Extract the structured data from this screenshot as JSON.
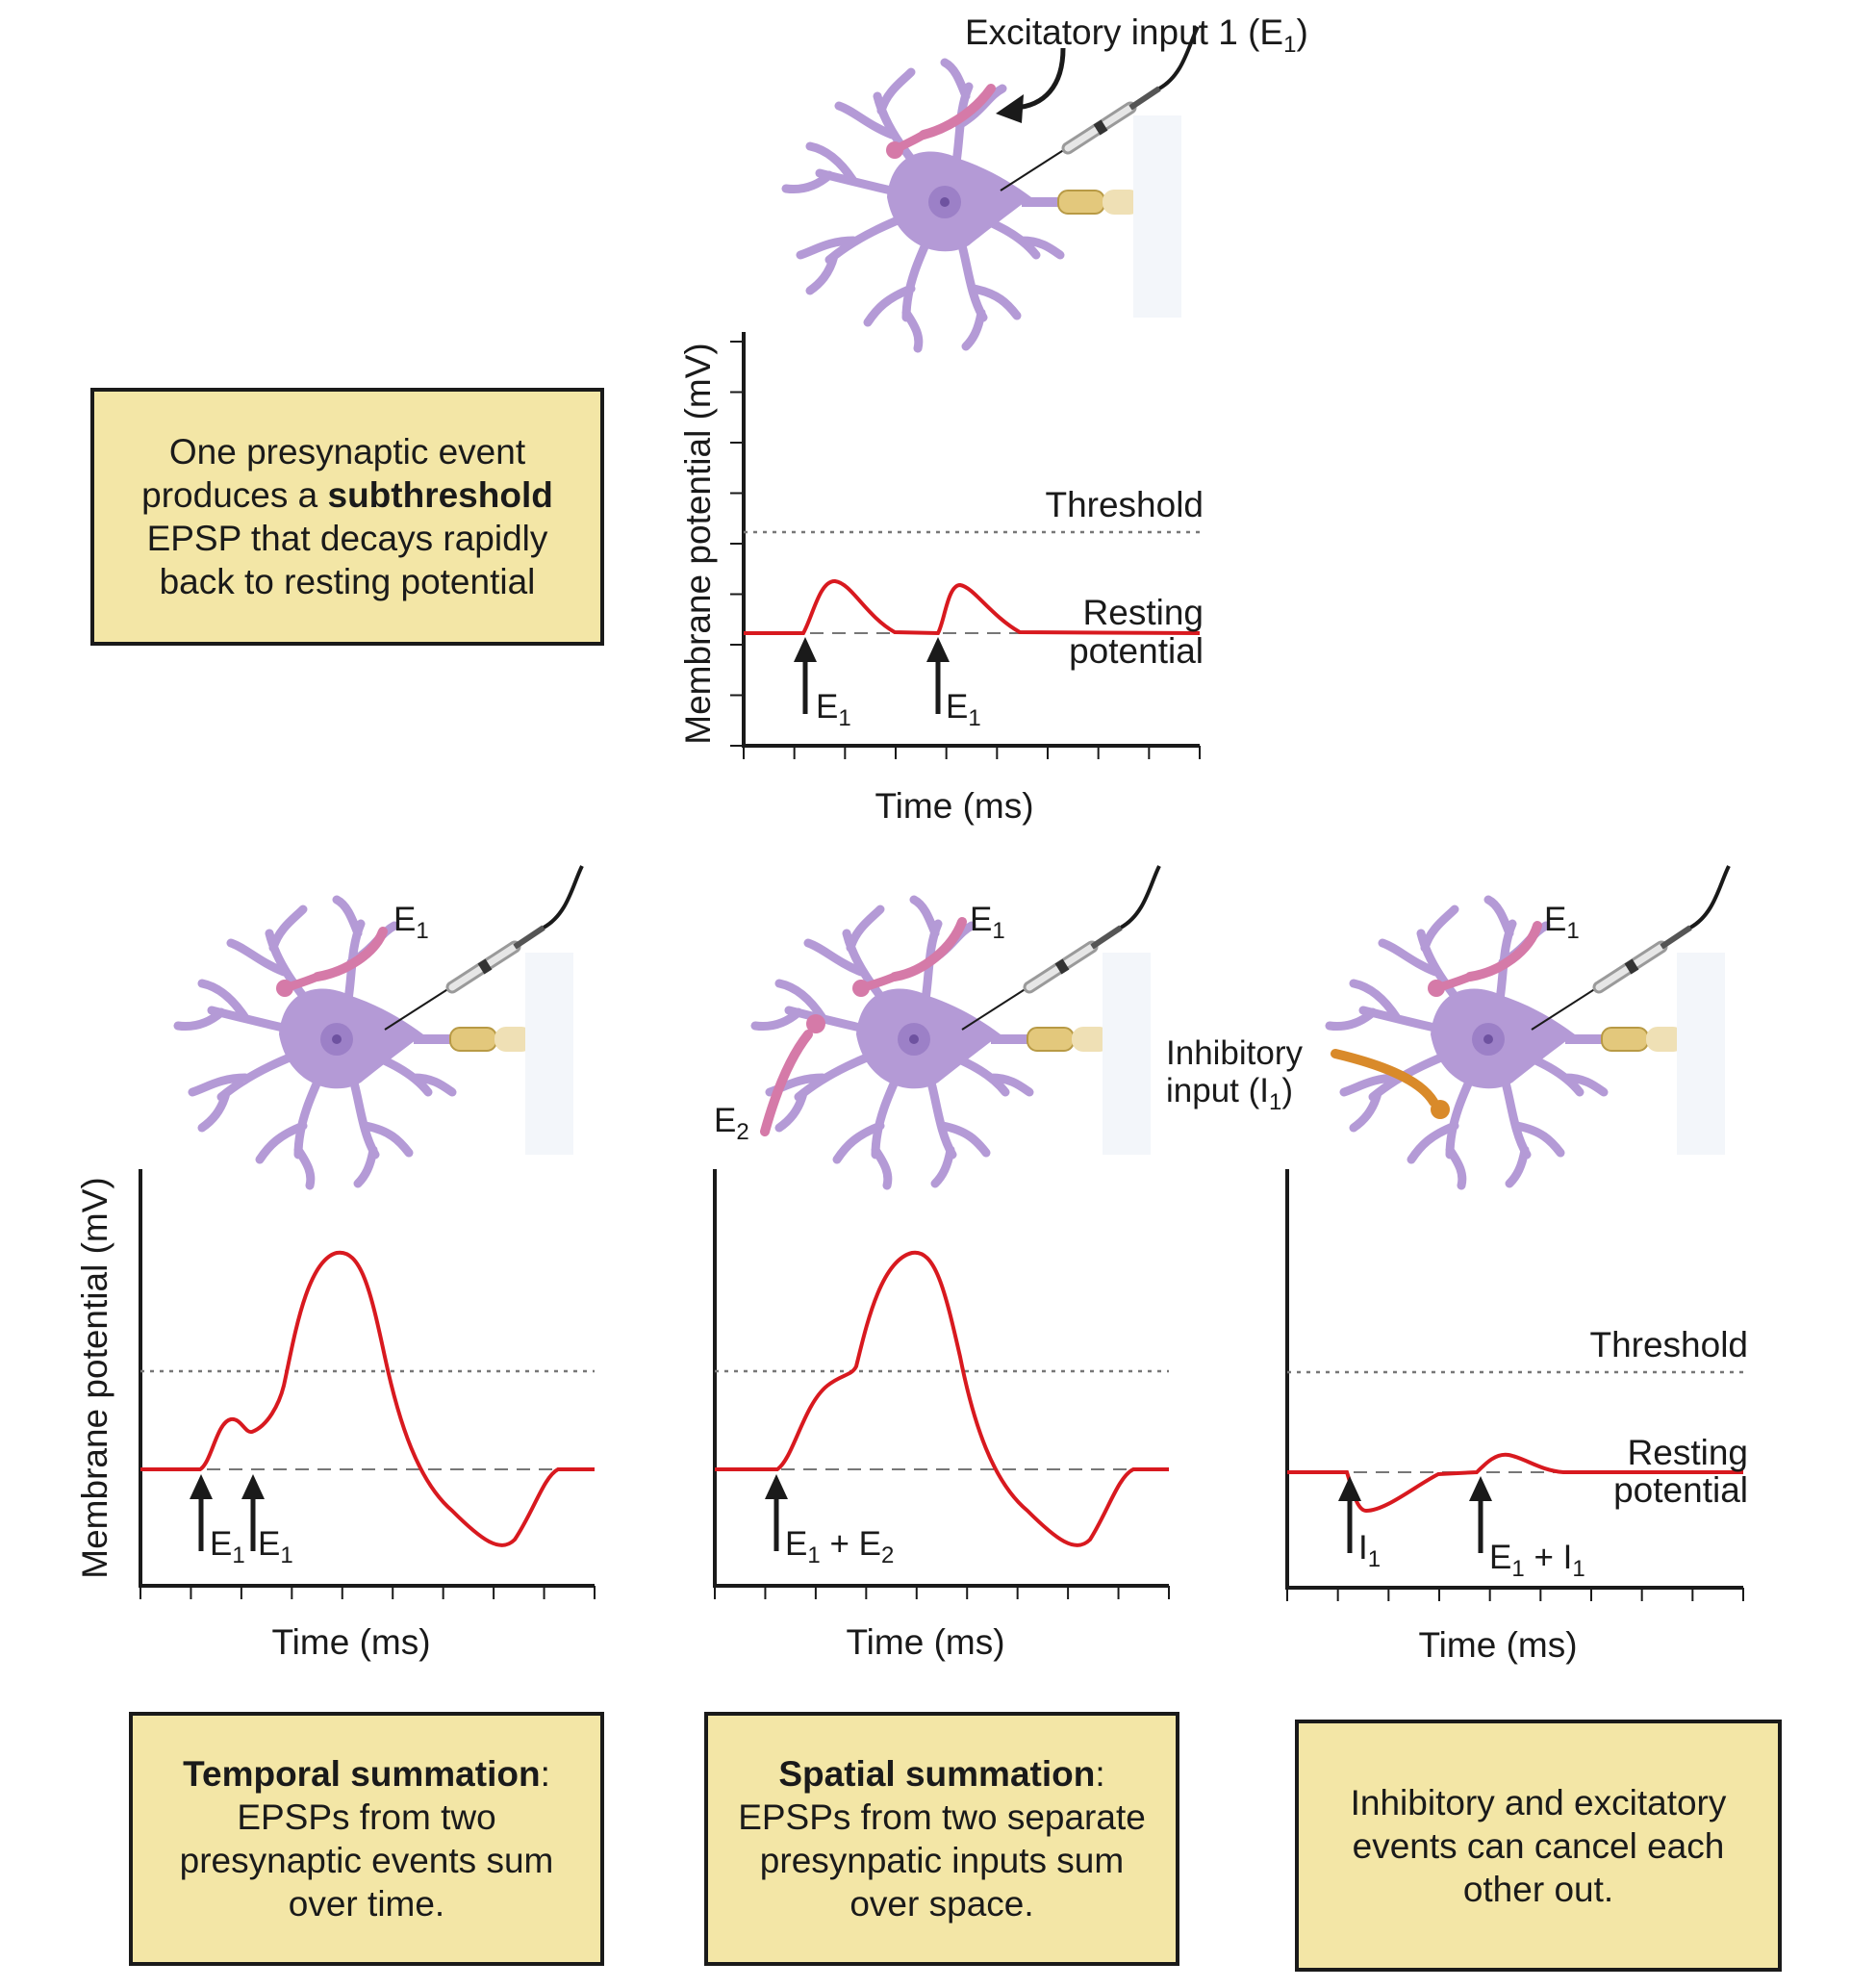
{
  "colors": {
    "trace": "#d8191f",
    "neuron": "#b49ad6",
    "excitatory_axon": "#d57aa8",
    "inhibitory_axon": "#d98a2a",
    "callout_bg": "#f3e6a6",
    "axis": "#1a1a1a"
  },
  "icons": [
    "neuron-icon",
    "recording-electrode-icon",
    "stimulus-arrow-icon"
  ],
  "top": {
    "input_label": "Excitatory input 1 (E",
    "input_label_sub": "1",
    "input_label_end": ")",
    "callout_pre": "One presynaptic event produces a ",
    "callout_bold": "subthreshold",
    "callout_post": " EPSP that decays rapidly back to resting potential",
    "y_label": "Membrane potential (mV)",
    "x_label": "Time (ms)",
    "threshold_label": "Threshold",
    "resting_label_1": "Resting",
    "resting_label_2": "potential",
    "event_1": "E",
    "event_1_sub": "1",
    "event_2": "E",
    "event_2_sub": "1"
  },
  "temporal": {
    "neuron_label": "E",
    "neuron_label_sub": "1",
    "y_label": "Membrane potential (mV)",
    "x_label": "Time (ms)",
    "event_1": "E",
    "event_1_sub": "1",
    "event_2": "E",
    "event_2_sub": "1",
    "callout_bold": "Temporal summation",
    "callout_post": ": EPSPs from two presynaptic events sum over time."
  },
  "spatial": {
    "neuron_label_1": "E",
    "neuron_label_1_sub": "1",
    "neuron_label_2": "E",
    "neuron_label_2_sub": "2",
    "x_label": "Time (ms)",
    "event_a": "E",
    "event_a_sub": "1",
    "event_plus": " + ",
    "event_b": "E",
    "event_b_sub": "2",
    "callout_bold": "Spatial summation",
    "callout_post": ": EPSPs from two separate presynpatic inputs sum over space."
  },
  "inhibitory": {
    "neuron_label": "E",
    "neuron_label_sub": "1",
    "inhibitory_label_1": "Inhibitory",
    "inhibitory_label_2": "input (I",
    "inhibitory_label_sub": "1",
    "inhibitory_label_end": ")",
    "threshold_label": "Threshold",
    "resting_label_1": "Resting",
    "resting_label_2": "potential",
    "x_label": "Time (ms)",
    "event_1": "I",
    "event_1_sub": "1",
    "event_2a": "E",
    "event_2a_sub": "1",
    "event_2plus": " + ",
    "event_2b": "I",
    "event_2b_sub": "1",
    "callout": "Inhibitory and excitatory events can cancel each other out."
  }
}
